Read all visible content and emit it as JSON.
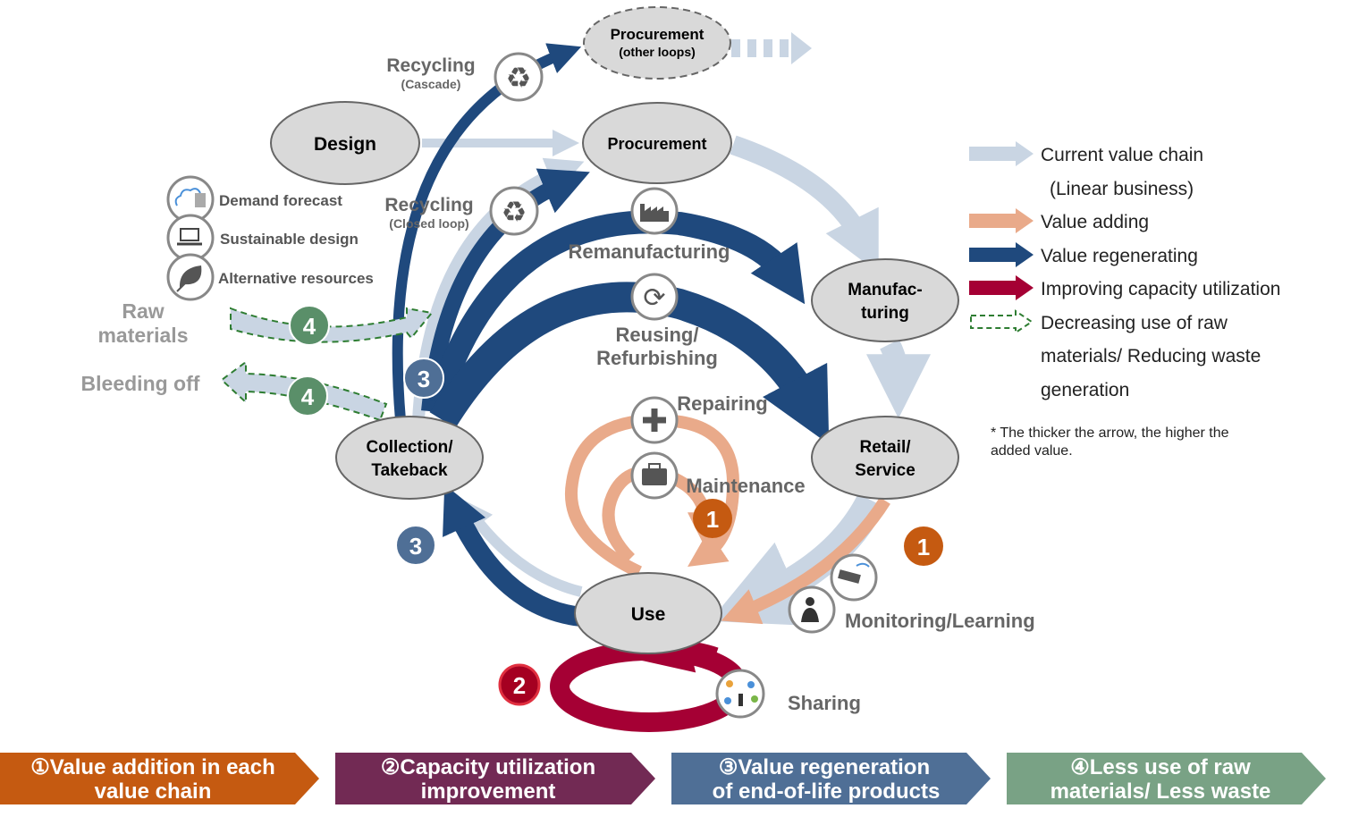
{
  "nodes": {
    "procurement_other": {
      "line1": "Procurement",
      "line2": "(other loops)"
    },
    "design": "Design",
    "procurement": "Procurement",
    "manufacturing": {
      "line1": "Manufac-",
      "line2": "turing"
    },
    "retail": {
      "line1": "Retail/",
      "line2": "Service"
    },
    "use": "Use",
    "collection": {
      "line1": "Collection/",
      "line2": "Takeback"
    }
  },
  "labels": {
    "recycling_cascade": {
      "line1": "Recycling",
      "line2": "(Cascade)"
    },
    "recycling_closed": {
      "line1": "Recycling",
      "line2": "(Closed loop)"
    },
    "demand_forecast": "Demand forecast",
    "sustainable_design": "Sustainable design",
    "alternative_resources": "Alternative resources",
    "raw_materials": {
      "line1": "Raw",
      "line2": "materials"
    },
    "bleeding_off": "Bleeding off",
    "remanufacturing": "Remanufacturing",
    "reusing": {
      "line1": "Reusing/",
      "line2": "Refurbishing"
    },
    "repairing": "Repairing",
    "maintenance": "Maintenance",
    "monitoring": "Monitoring/Learning",
    "sharing": "Sharing"
  },
  "badges": {
    "one": "1",
    "two": "2",
    "three": "3",
    "four": "4"
  },
  "legend": {
    "current": {
      "line1": "Current value chain",
      "line2": "(Linear business)"
    },
    "value_adding": "Value adding",
    "value_regenerating": "Value regenerating",
    "capacity": "Improving capacity utilization",
    "decreasing": {
      "line1": "Decreasing use of raw",
      "line2": "materials/ Reducing waste",
      "line3": "generation"
    },
    "note": {
      "line1": "* The thicker the arrow, the higher the",
      "line2": "added value."
    }
  },
  "banners": [
    {
      "line1": "①Value addition in each",
      "line2": "value chain",
      "color": "#c55a11"
    },
    {
      "line1": "②Capacity utilization",
      "line2": "improvement",
      "color": "#722a54"
    },
    {
      "line1": "③Value regeneration",
      "line2": "of end-of-life products",
      "color": "#4f6f96"
    },
    {
      "line1": "④Less use of raw",
      "line2": "materials/ Less waste",
      "color": "#79a285"
    }
  ],
  "colors": {
    "current": "#c9d5e3",
    "adding": "#e9aa8a",
    "regenerating": "#1f497d",
    "capacity": "#a50034",
    "decreasing": "#2e7d32",
    "node_fill": "#d9d9d9",
    "badge_orange": "#c55a11",
    "badge_blue": "#4f6f96",
    "badge_green": "#5a8f69",
    "badge_red": "#a50021"
  },
  "icons": [
    "recycle-icon",
    "cloud-database-icon",
    "laptop-icon",
    "leaf-icon",
    "factory-icon",
    "refresh-icon",
    "plus-icon",
    "briefcase-icon",
    "camera-icon",
    "person-icon",
    "network-icon"
  ]
}
